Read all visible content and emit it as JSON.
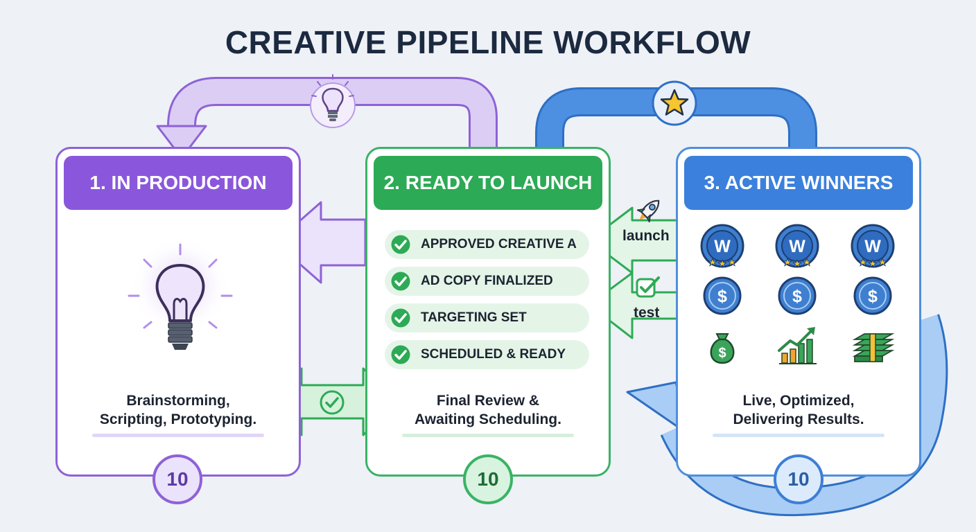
{
  "title": "CREATIVE PIPELINE WORKFLOW",
  "stages": [
    {
      "header": "1. IN PRODUCTION",
      "description": [
        "Brainstorming,",
        "Scripting, Prototyping."
      ],
      "count": "10",
      "icon": "lightbulb-icon",
      "color": "#8a57dc"
    },
    {
      "header": "2. READY TO LAUNCH",
      "description": [
        "Final Review &",
        "Awaiting Scheduling."
      ],
      "count": "10",
      "checklist": [
        "APPROVED CREATIVE A",
        "AD COPY FINALIZED",
        "TARGETING SET",
        "SCHEDULED & READY"
      ],
      "color": "#2daa55"
    },
    {
      "header": "3. ACTIVE WINNERS",
      "description": [
        "Live, Optimized,",
        "Delivering Results."
      ],
      "count": "10",
      "icons": [
        "w-medal-icon",
        "w-medal-icon",
        "w-medal-icon",
        "dollar-coin-icon",
        "dollar-coin-icon",
        "dollar-coin-icon",
        "money-bag-icon",
        "growth-chart-icon",
        "cash-stack-icon"
      ],
      "badge_letter": "W",
      "coin_symbol": "$",
      "color": "#3b80dc"
    }
  ],
  "arrows": {
    "launch_label": "launch",
    "test_label": "test"
  }
}
